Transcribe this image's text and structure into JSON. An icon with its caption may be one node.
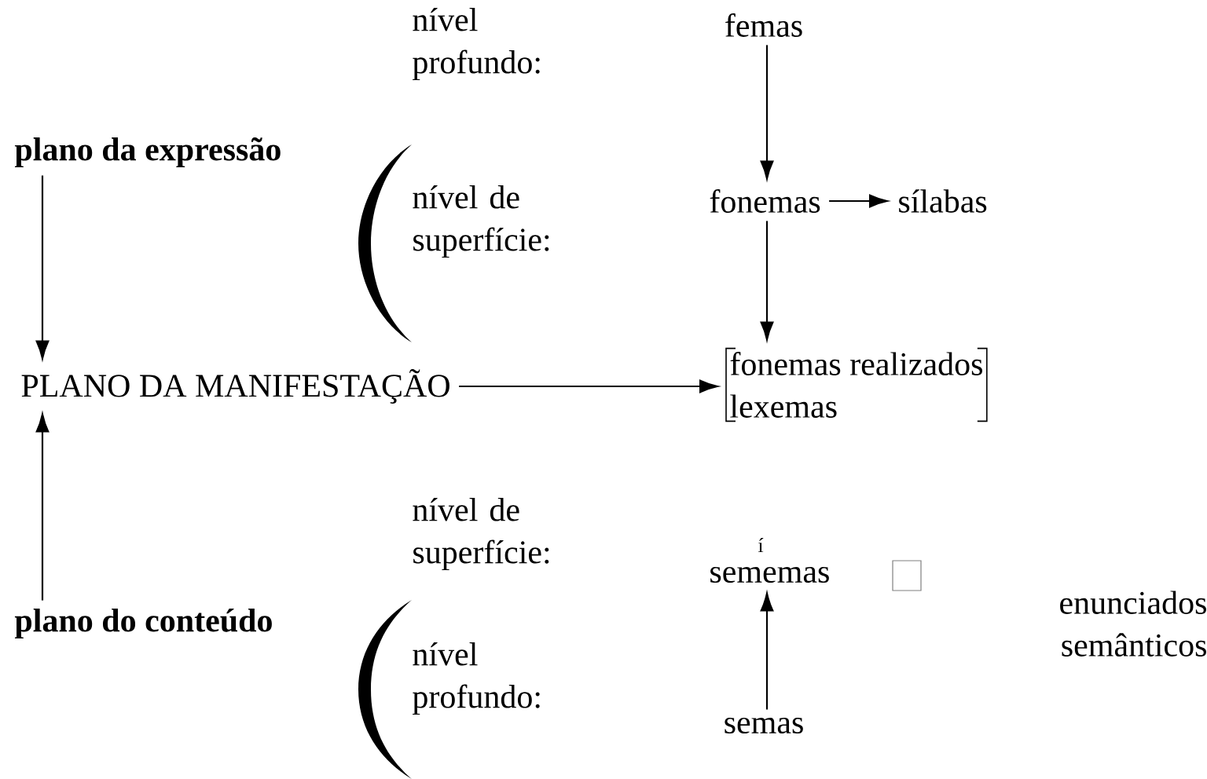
{
  "diagram": {
    "nodes": [
      {
        "text": [
          "plano da expressão"
        ]
      },
      {
        "text": [
          "PLANO DA MANIFESTAÇÃO"
        ]
      },
      {
        "text": [
          "plano do conteúdo"
        ]
      },
      {
        "text": [
          "femas"
        ]
      },
      {
        "text": [
          "fonemas"
        ]
      },
      {
        "text": [
          "sílabas"
        ]
      },
      {
        "text": [
          "fonemas realizados",
          "lexemas"
        ]
      },
      {
        "text": [
          "sememas"
        ]
      },
      {
        "text": [
          "semas"
        ]
      }
    ],
    "edges": [
      {
        "from": 0,
        "to": 1,
        "arrow": "to"
      },
      {
        "from": 2,
        "to": 1,
        "arrow": "to"
      },
      {
        "from": 1,
        "to": 6,
        "arrow": "to"
      },
      {
        "from": 3,
        "to": 4,
        "arrow": "to"
      },
      {
        "from": 4,
        "to": 5,
        "arrow": "to"
      },
      {
        "from": 4,
        "to": 6,
        "arrow": "to"
      },
      {
        "from": 8,
        "to": 7,
        "arrow": "to"
      }
    ],
    "labels": [
      "nível profundo:",
      "nível de superfície:",
      "nível de superfície:",
      "í",
      "enunciados semânticos",
      "nível profundo:"
    ]
  }
}
